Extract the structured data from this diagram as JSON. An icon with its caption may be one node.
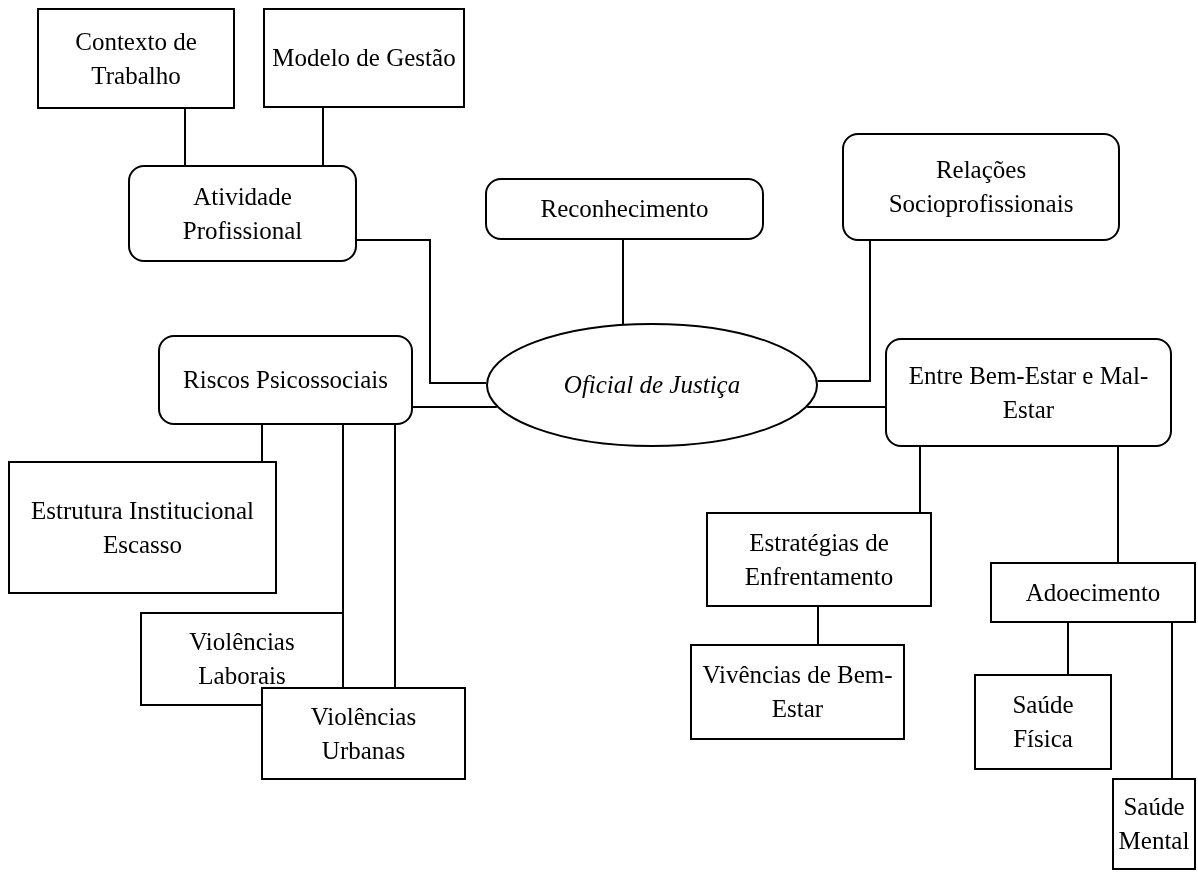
{
  "diagram": {
    "nodes": [
      {
        "text": [
          "Contexto de Trabalho"
        ]
      },
      {
        "text": [
          "Modelo de Gestão"
        ]
      },
      {
        "text": [
          "Atividade Profissional"
        ]
      },
      {
        "text": [
          "Reconhecimento"
        ]
      },
      {
        "text": [
          "Relações Socioprofissionais"
        ]
      },
      {
        "text": [
          "Oficial de Justiça"
        ]
      },
      {
        "text": [
          "Riscos Psicossociais"
        ]
      },
      {
        "text": [
          "Entre Bem-Estar e Mal-Estar"
        ]
      },
      {
        "text": [
          "Estrutura Institucional Escasso"
        ]
      },
      {
        "text": [
          "Violências Laborais"
        ]
      },
      {
        "text": [
          "Violências Urbanas"
        ]
      },
      {
        "text": [
          "Estratégias de Enfrentamento"
        ]
      },
      {
        "text": [
          "Vivências de Bem-Estar"
        ]
      },
      {
        "text": [
          "Adoecimento"
        ]
      },
      {
        "text": [
          "Saúde Física"
        ]
      },
      {
        "text": [
          "Saúde Mental"
        ]
      }
    ],
    "edges": [
      {
        "from": 0,
        "to": 2,
        "arrow": "none"
      },
      {
        "from": 1,
        "to": 2,
        "arrow": "none"
      },
      {
        "from": 2,
        "to": 5,
        "arrow": "none"
      },
      {
        "from": 3,
        "to": 5,
        "arrow": "none"
      },
      {
        "from": 4,
        "to": 5,
        "arrow": "none"
      },
      {
        "from": 6,
        "to": 5,
        "arrow": "none"
      },
      {
        "from": 5,
        "to": 7,
        "arrow": "none"
      },
      {
        "from": 6,
        "to": 8,
        "arrow": "none"
      },
      {
        "from": 6,
        "to": 9,
        "arrow": "none"
      },
      {
        "from": 6,
        "to": 10,
        "arrow": "none"
      },
      {
        "from": 7,
        "to": 11,
        "arrow": "none"
      },
      {
        "from": 7,
        "to": 13,
        "arrow": "none"
      },
      {
        "from": 11,
        "to": 12,
        "arrow": "none"
      },
      {
        "from": 13,
        "to": 14,
        "arrow": "none"
      },
      {
        "from": 13,
        "to": 15,
        "arrow": "none"
      }
    ]
  }
}
